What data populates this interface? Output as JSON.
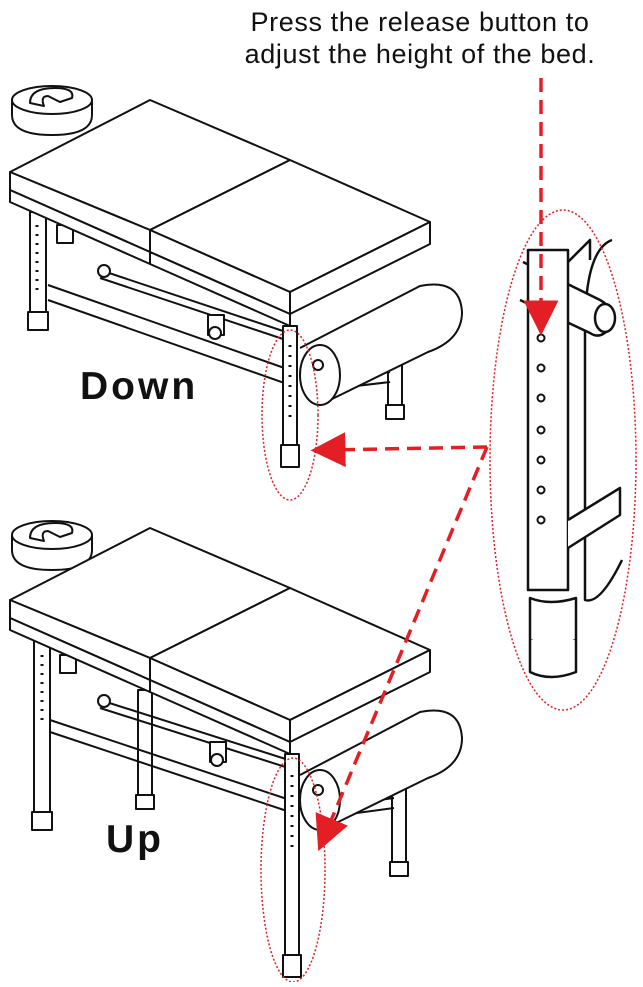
{
  "instruction": {
    "line1": "Press the release button to",
    "line2": "adjust the height of the bed."
  },
  "labels": {
    "down": "Down",
    "up": "Up"
  },
  "colors": {
    "line": "#111111",
    "callout": "#e31e24",
    "background": "#ffffff"
  }
}
